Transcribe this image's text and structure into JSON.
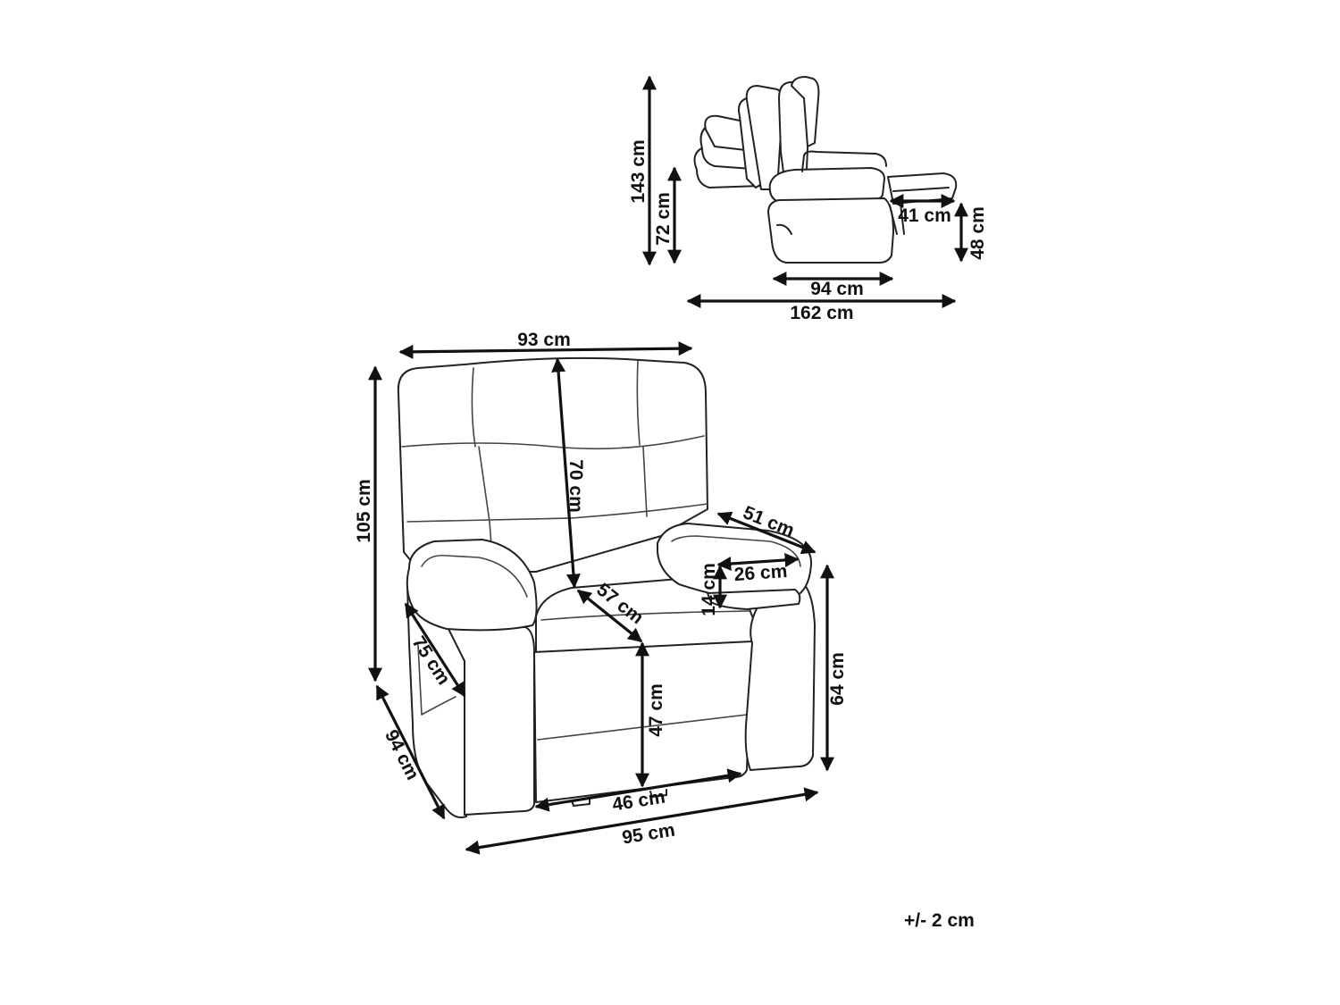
{
  "side_view": {
    "height_reclined": "143 cm",
    "seat_height": "72 cm",
    "footrest_width": "41 cm",
    "footrest_height": "48 cm",
    "depth": "94 cm",
    "depth_reclined": "162 cm"
  },
  "front_view": {
    "width_top": "93 cm",
    "total_height": "105 cm",
    "backrest_height": "70 cm",
    "armrest_length": "51 cm",
    "armrest_width": "26 cm",
    "armrest_height": "14 cm",
    "seat_depth": "57 cm",
    "side_depth": "75 cm",
    "armrest_floor_height": "64 cm",
    "seat_floor_height": "47 cm",
    "seat_width": "46 cm",
    "total_depth": "94 cm",
    "total_width": "95 cm"
  },
  "tolerance": "+/- 2 cm"
}
